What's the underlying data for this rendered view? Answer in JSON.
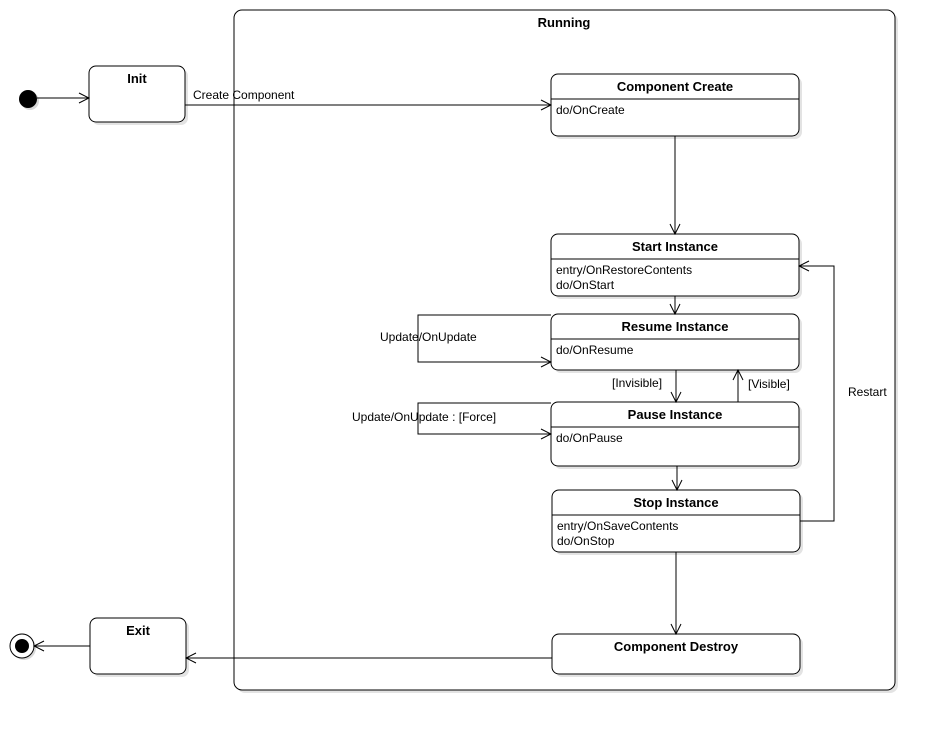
{
  "diagram": {
    "composite": {
      "label": "Running"
    },
    "states": {
      "init": {
        "name": "Init"
      },
      "create": {
        "name": "Component Create",
        "actions": [
          "do/OnCreate"
        ]
      },
      "start": {
        "name": "Start Instance",
        "actions": [
          "entry/OnRestoreContents",
          "do/OnStart"
        ]
      },
      "resume": {
        "name": "Resume Instance",
        "actions": [
          "do/OnResume"
        ]
      },
      "pause": {
        "name": "Pause Instance",
        "actions": [
          "do/OnPause"
        ]
      },
      "stop": {
        "name": "Stop Instance",
        "actions": [
          "entry/OnSaveContents",
          "do/OnStop"
        ]
      },
      "destroy": {
        "name": "Component Destroy"
      },
      "exit": {
        "name": "Exit"
      }
    },
    "transitions": {
      "create_component": "Create Component",
      "update_resume": "Update/OnUpdate",
      "update_pause": "Update/OnUpdate :  [Force]",
      "invisible": "[Invisible]",
      "visible": "[Visible]",
      "restart": "Restart"
    },
    "colors": {
      "line": "#000000",
      "shadow": "#d9d9d9",
      "fill": "#ffffff"
    }
  }
}
